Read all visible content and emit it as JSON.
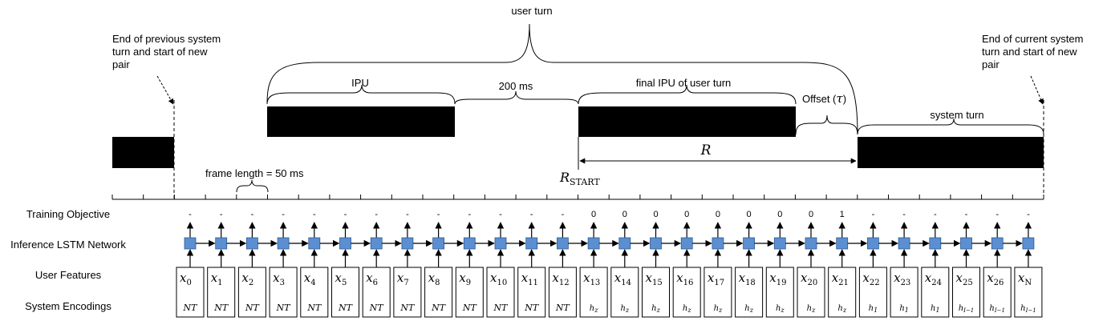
{
  "annotations": {
    "user_turn": "user turn",
    "end_prev": [
      "End of previous system",
      "turn and start of new",
      "pair"
    ],
    "end_curr": [
      "End of current system",
      "turn and start of new",
      "pair"
    ],
    "ipu": "IPU",
    "gap_200": "200 ms",
    "final_ipu": "final IPU of user turn",
    "offset_label": "Offset (",
    "offset_symbol": "τ",
    "offset_close": ")",
    "system_turn": "system turn",
    "r_label": "R",
    "r_start_main": "R",
    "r_start_sub": "START",
    "frame_length": "frame length = 50 ms"
  },
  "rows": {
    "training_objective": "Training Objective",
    "inference_lstm": "Inference LSTM Network",
    "user_features": "User Features",
    "system_encodings": "System Encodings"
  },
  "frames": [
    {
      "x_base": "x",
      "x_sub": "0",
      "target": "-",
      "enc_base": "NT",
      "enc_sub": ""
    },
    {
      "x_base": "x",
      "x_sub": "1",
      "target": "-",
      "enc_base": "NT",
      "enc_sub": ""
    },
    {
      "x_base": "x",
      "x_sub": "2",
      "target": "-",
      "enc_base": "NT",
      "enc_sub": ""
    },
    {
      "x_base": "x",
      "x_sub": "3",
      "target": "-",
      "enc_base": "NT",
      "enc_sub": ""
    },
    {
      "x_base": "x",
      "x_sub": "4",
      "target": "-",
      "enc_base": "NT",
      "enc_sub": ""
    },
    {
      "x_base": "x",
      "x_sub": "5",
      "target": "-",
      "enc_base": "NT",
      "enc_sub": ""
    },
    {
      "x_base": "x",
      "x_sub": "6",
      "target": "-",
      "enc_base": "NT",
      "enc_sub": ""
    },
    {
      "x_base": "x",
      "x_sub": "7",
      "target": "-",
      "enc_base": "NT",
      "enc_sub": ""
    },
    {
      "x_base": "x",
      "x_sub": "8",
      "target": "-",
      "enc_base": "NT",
      "enc_sub": ""
    },
    {
      "x_base": "x",
      "x_sub": "9",
      "target": "-",
      "enc_base": "NT",
      "enc_sub": ""
    },
    {
      "x_base": "x",
      "x_sub": "10",
      "target": "-",
      "enc_base": "NT",
      "enc_sub": ""
    },
    {
      "x_base": "x",
      "x_sub": "11",
      "target": "-",
      "enc_base": "NT",
      "enc_sub": ""
    },
    {
      "x_base": "x",
      "x_sub": "12",
      "target": "-",
      "enc_base": "NT",
      "enc_sub": ""
    },
    {
      "x_base": "x",
      "x_sub": "13",
      "target": "0",
      "enc_base": "h",
      "enc_sub": "z"
    },
    {
      "x_base": "x",
      "x_sub": "14",
      "target": "0",
      "enc_base": "h",
      "enc_sub": "z"
    },
    {
      "x_base": "x",
      "x_sub": "15",
      "target": "0",
      "enc_base": "h",
      "enc_sub": "z"
    },
    {
      "x_base": "x",
      "x_sub": "16",
      "target": "0",
      "enc_base": "h",
      "enc_sub": "z"
    },
    {
      "x_base": "x",
      "x_sub": "17",
      "target": "0",
      "enc_base": "h",
      "enc_sub": "z"
    },
    {
      "x_base": "x",
      "x_sub": "18",
      "target": "0",
      "enc_base": "h",
      "enc_sub": "z"
    },
    {
      "x_base": "x",
      "x_sub": "19",
      "target": "0",
      "enc_base": "h",
      "enc_sub": "z"
    },
    {
      "x_base": "x",
      "x_sub": "20",
      "target": "0",
      "enc_base": "h",
      "enc_sub": "z"
    },
    {
      "x_base": "x",
      "x_sub": "21",
      "target": "1",
      "enc_base": "h",
      "enc_sub": "z"
    },
    {
      "x_base": "x",
      "x_sub": "22",
      "target": "-",
      "enc_base": "h",
      "enc_sub": "1"
    },
    {
      "x_base": "x",
      "x_sub": "23",
      "target": "-",
      "enc_base": "h",
      "enc_sub": "1"
    },
    {
      "x_base": "x",
      "x_sub": "24",
      "target": "-",
      "enc_base": "h",
      "enc_sub": "1"
    },
    {
      "x_base": "x",
      "x_sub": "25",
      "target": "-",
      "enc_base": "h",
      "enc_sub": "I−1"
    },
    {
      "x_base": "x",
      "x_sub": "26",
      "target": "-",
      "enc_base": "h",
      "enc_sub": "I−1"
    },
    {
      "x_base": "x",
      "x_sub": "N",
      "target": "-",
      "enc_base": "h",
      "enc_sub": "I−1"
    }
  ]
}
